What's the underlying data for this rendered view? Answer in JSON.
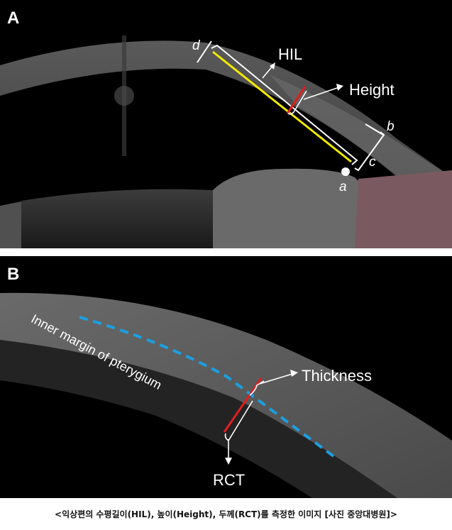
{
  "panel_a": {
    "letter": "A",
    "labels": {
      "d": "d",
      "hil": "HIL",
      "height": "Height",
      "b": "b",
      "c": "c",
      "a": "a"
    }
  },
  "panel_b": {
    "letter": "B",
    "labels": {
      "inner_margin": "Inner margin of pterygium",
      "thickness": "Thickness",
      "rct": "RCT"
    }
  },
  "caption": "<익상편의 수평길이(HIL), 높이(Height), 두께(RCT)를 측정한 이미지 [사진 중앙대병원]>",
  "colors": {
    "yellow_line": "#f2ea00",
    "red_marker": "#e01e1e",
    "blue_dashed": "#1aa0e0",
    "annotation": "#ffffff"
  }
}
